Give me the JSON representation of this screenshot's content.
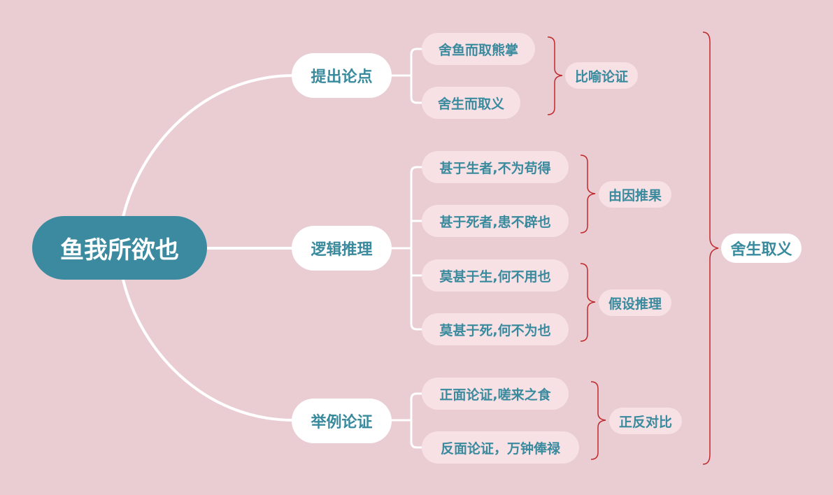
{
  "root": {
    "label": "鱼我所欲也"
  },
  "branches": [
    {
      "label": "提出论点",
      "leaves": [
        "舍鱼而取熊掌",
        "舍生而取义"
      ]
    },
    {
      "label": "逻辑推理",
      "leaves": [
        "甚于生者,不为苟得",
        "甚于死者,患不辟也",
        "莫甚于生,何不用也",
        "莫甚于死,何不为也"
      ]
    },
    {
      "label": "举例论证",
      "leaves": [
        "正面论证,嗟来之食",
        "反面论证，万钟俸禄"
      ]
    }
  ],
  "groups": [
    "比喻论证",
    "由因推果",
    "假设推理",
    "正反对比"
  ],
  "conclusion": {
    "label": "舍生取义"
  },
  "colors": {
    "background": "#eacdd2",
    "root_fill": "#3b8a9f",
    "text": "#3a8a9e",
    "leaf_fill": "#f7e1e5",
    "connector": "#ffffff",
    "brace": "#c0292b"
  }
}
